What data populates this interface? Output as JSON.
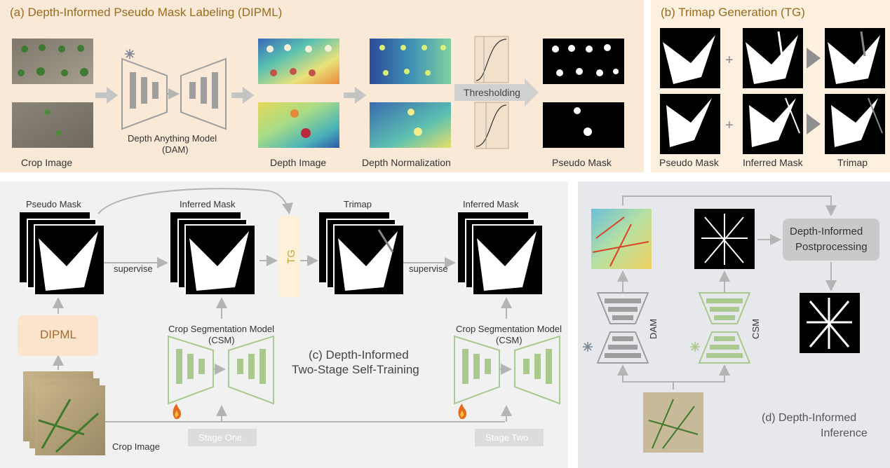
{
  "panel_a": {
    "title": "(a) Depth-Informed Pseudo Mask Labeling (DIPML)",
    "crop_image_label": "Crop Image",
    "dam_label_line1": "Depth Anything Model",
    "dam_label_line2": "(DAM)",
    "depth_image_label": "Depth Image",
    "depth_norm_label": "Depth Normalization",
    "thresholding_label": "Thresholding",
    "pseudo_mask_label": "Pseudo Mask"
  },
  "panel_b": {
    "title": "(b) Trimap Generation (TG)",
    "pseudo_mask_label": "Pseudo Mask",
    "inferred_mask_label": "Inferred Mask",
    "trimap_label": "Trimap",
    "plus": "+"
  },
  "panel_c": {
    "title_line1": "(c) Depth-Informed",
    "title_line2": "Two-Stage Self-Training",
    "pseudo_mask_label": "Pseudo Mask",
    "inferred_mask_label_1": "Inferred Mask",
    "trimap_label": "Trimap",
    "inferred_mask_label_2": "Inferred Mask",
    "supervise_1": "supervise",
    "supervise_2": "supervise",
    "tg_label": "TG",
    "dipml_label": "DIPML",
    "csm_label_1_line1": "Crop Segmentation Model",
    "csm_label_1_line2": "(CSM)",
    "csm_label_2_line1": "Crop Segmentation Model",
    "csm_label_2_line2": "(CSM)",
    "crop_image_label": "Crop Image",
    "stage_one": "Stage One",
    "stage_two": "Stage Two"
  },
  "panel_d": {
    "title_line1": "(d) Depth-Informed",
    "title_line2": "Inference",
    "postprocess_line1": "Depth-Informed",
    "postprocess_line2": "Postprocessing",
    "dam_label": "DAM",
    "csm_label": "CSM"
  },
  "icons": {
    "frozen": "snowflake-icon",
    "trainable": "flame-icon"
  },
  "colors": {
    "panel_a_bg": "#fbe9d7",
    "panel_b_bg": "#fdf0de",
    "panel_c_bg": "#f1f1f1",
    "panel_d_bg": "#e6e8ec",
    "title_orange": "#9a6a1e",
    "model_gray": "#9a9a9a",
    "model_green": "#a9c98f",
    "tg_fill": "#fdf2d9"
  }
}
